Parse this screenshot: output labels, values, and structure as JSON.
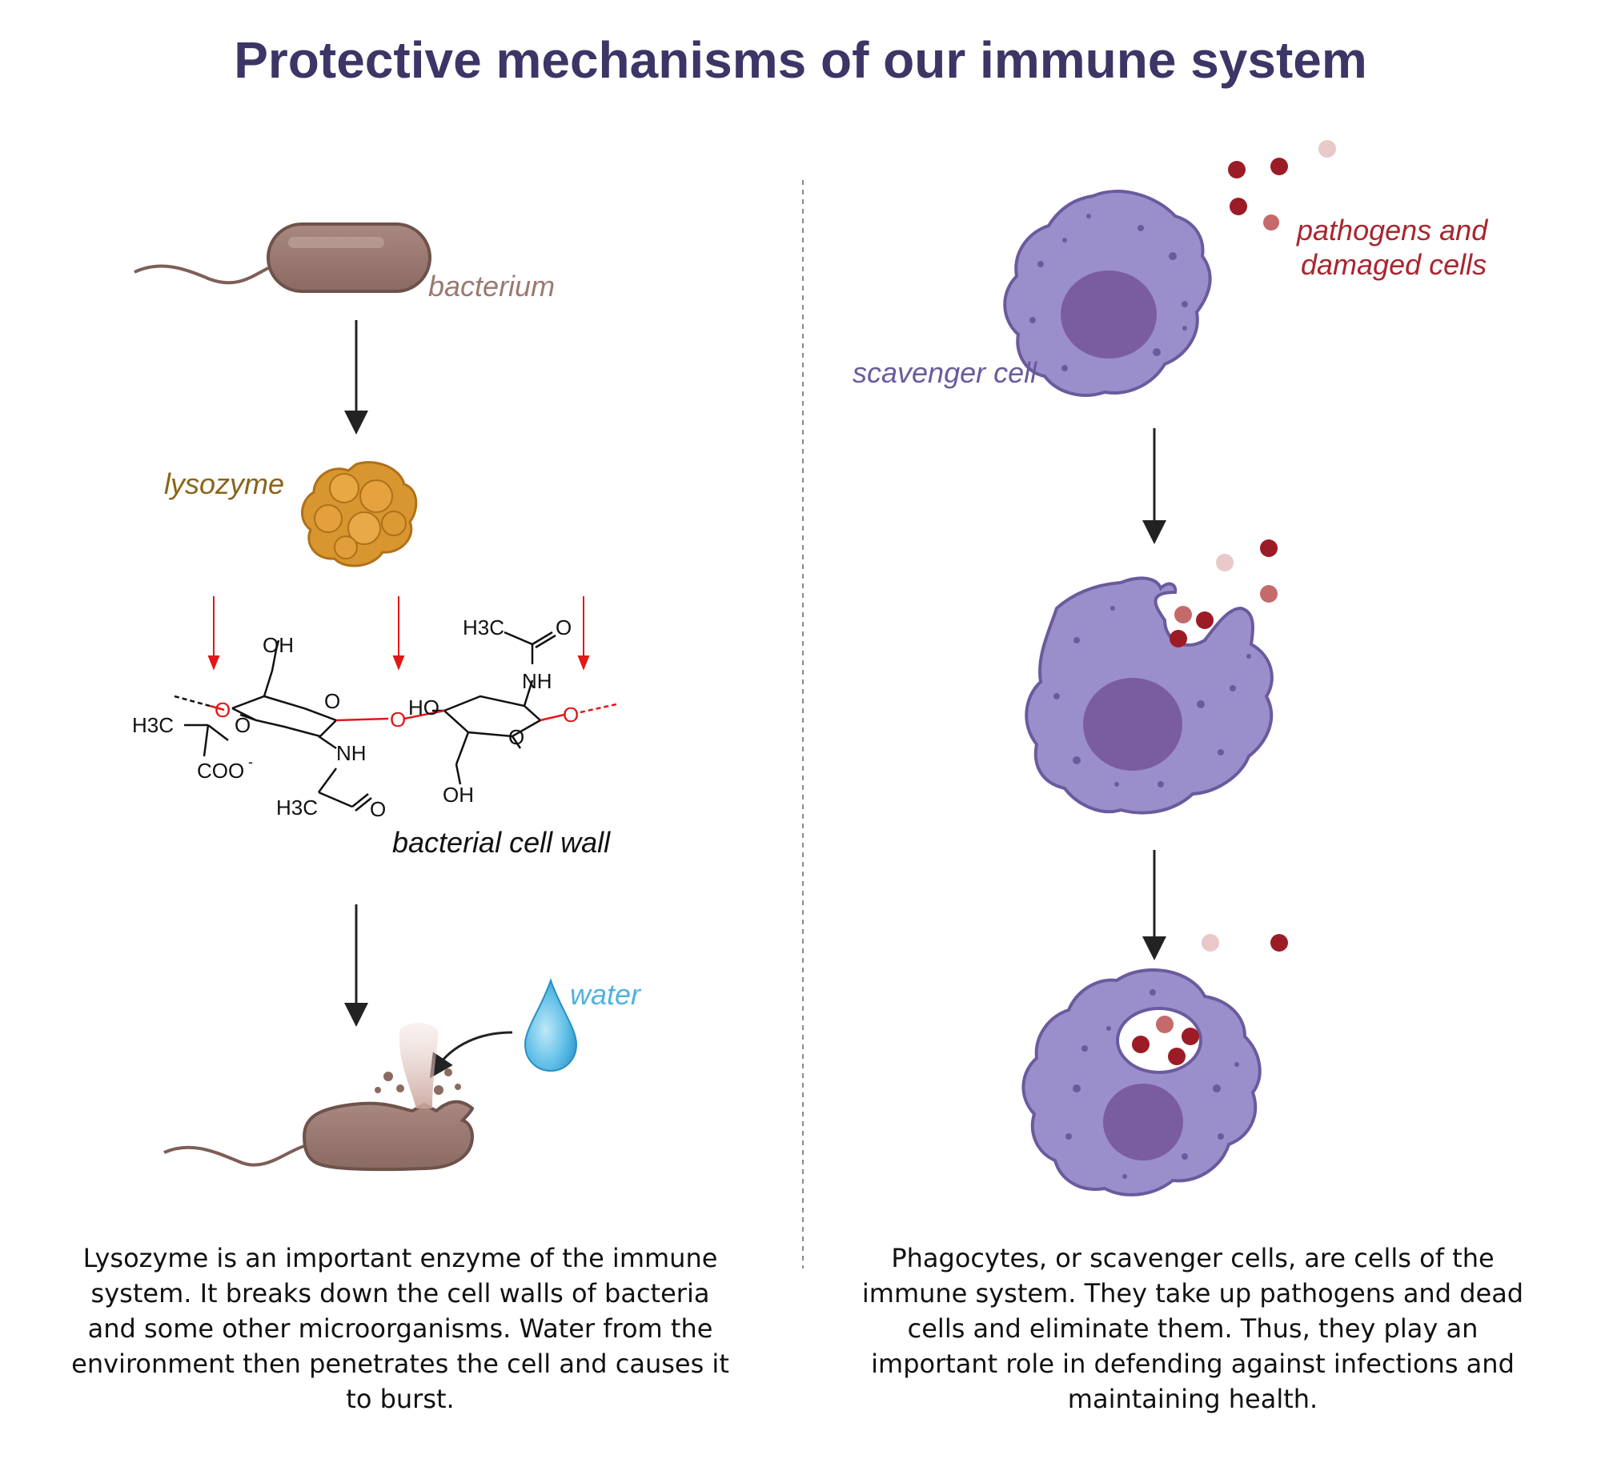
{
  "title": "Protective mechanisms of our immune system",
  "left_panel": {
    "bacterium_label": "bacterium",
    "lysozyme_label": "lysozyme",
    "cell_wall_label": "bacterial cell wall",
    "water_label": "water",
    "chemical_labels": {
      "oh_top": "OH",
      "o_ring1": "O",
      "o_ring2": "O",
      "h3c_left": "H3C",
      "o_ether": "O",
      "o_link_left": "O",
      "o_glyco": "O",
      "coo": "COO",
      "coo_charge": "-",
      "nh_left": "NH",
      "h3c_bottom": "H3C",
      "o_carbonyl_bottom": "O",
      "ho_right": "HO",
      "oh_bottom": "OH",
      "h3c_top_right": "H3C",
      "o_carbonyl_top": "O",
      "nh_right": "NH",
      "o_link_right": "O"
    },
    "caption": "Lysozyme is an important enzyme of the immune system. It breaks down the cell walls of bacteria and some other microorganisms. Water from the environment then penetrates the cell and causes it to burst."
  },
  "right_panel": {
    "pathogens_label_line1": "pathogens and",
    "pathogens_label_line2": "damaged cells",
    "scavenger_label": "scavenger cell",
    "caption": "Phagocytes, or scavenger cells, are cells of the immune system. They take up pathogens and dead cells and eliminate them. Thus, they play an important role in defending against infections and maintaining health."
  },
  "colors": {
    "title": "#3b3666",
    "bacterium": "#9a7a72",
    "lysozyme": "#cc8822",
    "lysozyme_label": "#8a6418",
    "water": "#4fb3dd",
    "scavenger": "#9b8fcb",
    "scavenger_label": "#6b5a9e",
    "pathogen": "#9b1c26",
    "pathogen_label": "#a8262f",
    "cleavage_arrow": "#e01818"
  }
}
